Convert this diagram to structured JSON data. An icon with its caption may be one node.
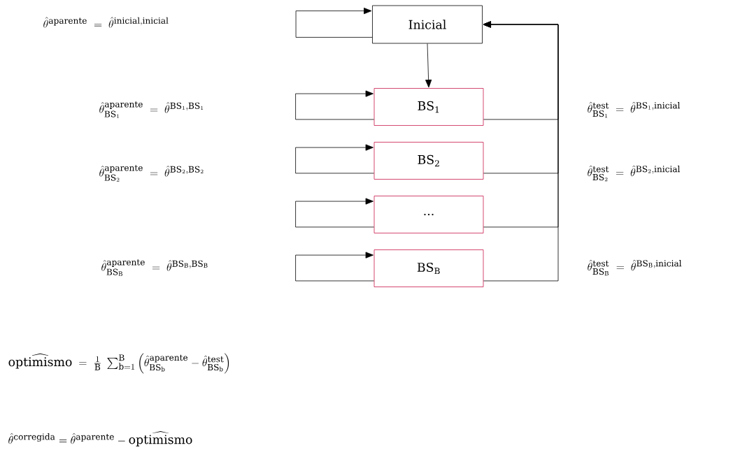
{
  "diagram": {
    "nodes": [
      {
        "text": [
          "Inicial"
        ]
      },
      {
        "text": [
          "BS$_{1}$"
        ]
      },
      {
        "text": [
          "BS$_{2}$"
        ]
      },
      {
        "text": [
          "..."
        ]
      },
      {
        "text": [
          "BS$_{B}$"
        ]
      }
    ],
    "edges": [
      {
        "from": 0,
        "to": 0,
        "arrow": "to"
      },
      {
        "from": 0,
        "to": 1,
        "arrow": "to"
      },
      {
        "from": 1,
        "to": 1,
        "arrow": "to"
      },
      {
        "from": 2,
        "to": 2,
        "arrow": "to"
      },
      {
        "from": 3,
        "to": 3,
        "arrow": "to"
      },
      {
        "from": 4,
        "to": 4,
        "arrow": "to"
      },
      {
        "from": 1,
        "to": 0,
        "arrow": "to"
      },
      {
        "from": 2,
        "to": 0,
        "arrow": "to"
      },
      {
        "from": 3,
        "to": 0,
        "arrow": "to"
      },
      {
        "from": 4,
        "to": 0,
        "arrow": "to"
      }
    ],
    "labels": [
      "\\hat{\\theta}^{\\mathrm{aparente}} \\;=\\; \\hat{\\theta}^{\\mathrm{inicial,inicial}}",
      "\\hat{\\theta}^{\\mathrm{aparente}}_{\\mathrm{BS}_1} \\;=\\; \\hat{\\theta}^{\\mathrm{BS}_1,\\mathrm{BS}_1}",
      "\\hat{\\theta}^{\\mathrm{test}}_{\\mathrm{BS}_1} \\;=\\; \\hat{\\theta}^{\\mathrm{BS}_1,\\mathrm{inicial}}",
      "\\hat{\\theta}^{\\mathrm{aparente}}_{\\mathrm{BS}_2} \\;=\\; \\hat{\\theta}^{\\mathrm{BS}_2,\\mathrm{BS}_2}",
      "\\hat{\\theta}^{\\mathrm{test}}_{\\mathrm{BS}_2} \\;=\\; \\hat{\\theta}^{\\mathrm{BS}_2,\\mathrm{inicial}}",
      "\\hat{\\theta}^{\\mathrm{aparente}}_{\\mathrm{BS}_\\mathrm{B}} \\;=\\; \\hat{\\theta}^{\\mathrm{BS}_\\mathrm{B},\\mathrm{BS}_\\mathrm{B}}",
      "\\hat{\\theta}^{\\mathrm{test}}_{\\mathrm{BS}_\\mathrm{B}} \\;=\\; \\hat{\\theta}^{\\mathrm{BS}_\\mathrm{B},\\mathrm{inicial}}",
      "\\widehat{\\mathrm{optimismo}} \\;=\\; \\frac{1}{\\mathrm{B}}\\;\\sum_{\\mathrm{b}=1}^{\\mathrm{B}}\\left(\\hat{\\theta}^{\\mathrm{aparente}}_{\\mathrm{BS}_\\mathrm{b}} - \\hat{\\theta}^{\\mathrm{test}}_{\\mathrm{BS}_\\mathrm{b}}\\right)",
      "\\hat{\\theta}^{\\mathrm{corregida}} = \\hat{\\theta}^{\\mathrm{aparente}} - \\widehat{\\mathrm{optimismo}}"
    ]
  }
}
